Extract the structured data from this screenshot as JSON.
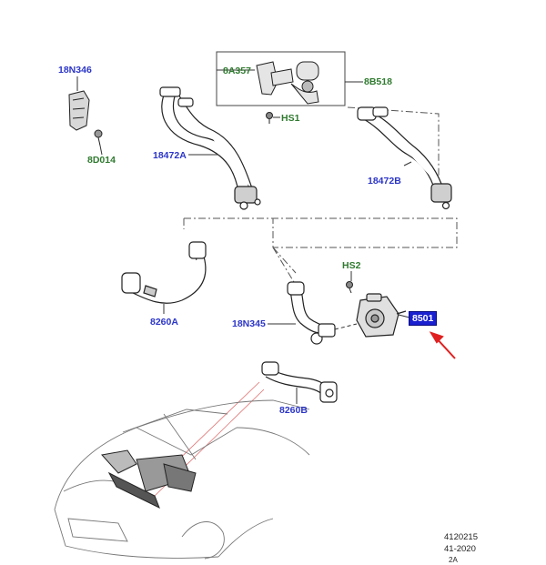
{
  "labels": {
    "l18N346": "18N346",
    "l8D014": "8D014",
    "l18472A": "18472A",
    "l8A357": "8A357",
    "lHS1": "HS1",
    "l8B518": "8B518",
    "l18472B": "18472B",
    "l8260A": "8260A",
    "lHS2": "HS2",
    "l18N345": "18N345",
    "l8501": "8501",
    "l8260B": "8260B"
  },
  "footer": {
    "line1": "4120215",
    "line2": "41-2020",
    "line3": "2A"
  },
  "colors": {
    "blue_label": "#2b35c8",
    "green_label": "#2f7a2f",
    "highlight": "#1a1fd0",
    "arrow": "#e02020",
    "line": "#333333"
  }
}
